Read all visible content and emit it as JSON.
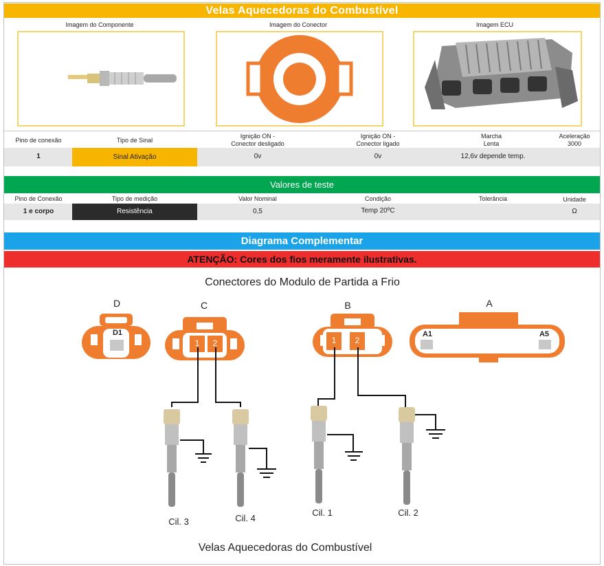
{
  "header": {
    "title": "Velas Aquecedoras do Combustível"
  },
  "images": {
    "component_label": "Imagem do Componente",
    "connector_label": "Imagem do Conector",
    "ecu_label": "Imagem ECU"
  },
  "signal_table": {
    "headers": {
      "pin": "Pino de conexão",
      "signal_type": "Tipo de Sinal",
      "ign_off_1": "Ignição ON -",
      "ign_off_2": "Conector desligado",
      "ign_on_1": "Ignição ON -",
      "ign_on_2": "Conector ligado",
      "idle_1": "Marcha",
      "idle_2": "Lenta",
      "accel_1": "Aceleração",
      "accel_2": "3000"
    },
    "row": {
      "pin": "1",
      "signal_type": "Sinal Ativação",
      "ign_off": "0v",
      "ign_on": "0v",
      "idle": "12,6v depende temp.",
      "accel": ""
    }
  },
  "test_values": {
    "title": "Valores de teste",
    "headers": {
      "pin": "Pino de Conexão",
      "measure_type": "Tipo de medição",
      "nominal": "Valor Nominal",
      "condition": "Condição",
      "tolerance": "Tolerância",
      "unit": "Unidade"
    },
    "row": {
      "pin": "1 e corpo",
      "measure_type": "Resistência",
      "nominal": "0,5",
      "condition": "Temp 20ºC",
      "tolerance": "",
      "unit": "Ω"
    }
  },
  "diagram": {
    "section_title": "Diagrama Complementar",
    "warning": "ATENÇÃO: Cores dos fios meramente ilustrativas.",
    "title": "Conectores do Modulo de Partida a Frio",
    "connectors": {
      "d": {
        "letter": "D",
        "pin": "D1"
      },
      "c": {
        "letter": "C",
        "pin1": "1",
        "pin2": "2"
      },
      "b": {
        "letter": "B",
        "pin1": "1",
        "pin2": "2"
      },
      "a": {
        "letter": "A",
        "pin_left": "A1",
        "pin_right": "A5"
      }
    },
    "cylinders": {
      "cil3": "Cil. 3",
      "cil4": "Cil. 4",
      "cil1": "Cil. 1",
      "cil2": "Cil. 2"
    },
    "footer": "Velas Aquecedoras do Combustível"
  },
  "colors": {
    "orange": "#ef7d30",
    "yellow": "#f7b500",
    "green": "#00a650",
    "blue": "#1aa3e8",
    "red": "#ee2d2d"
  }
}
